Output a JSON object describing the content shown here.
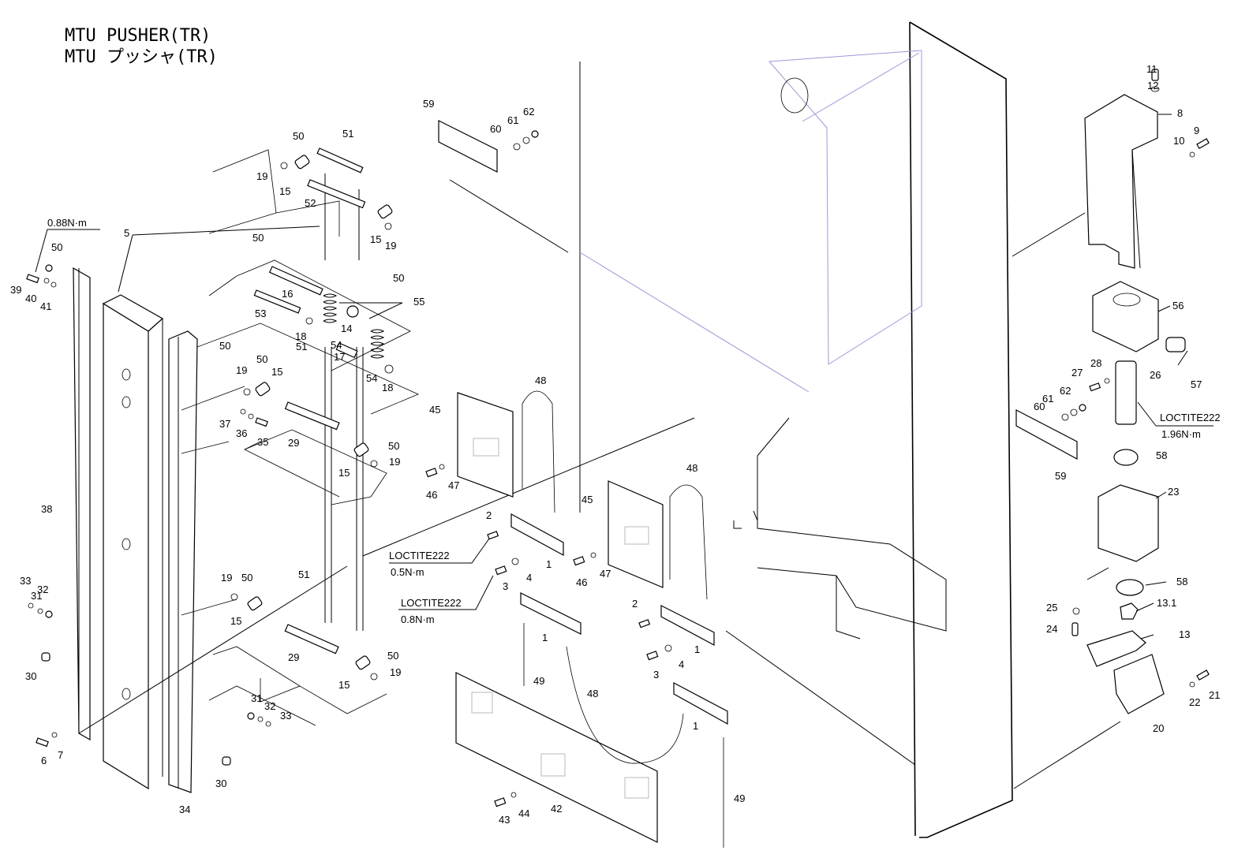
{
  "title": {
    "en": "MTU PUSHER(TR)",
    "jp": "MTU プッシャ(TR)"
  },
  "callouts": [
    "1",
    "1",
    "1",
    "1",
    "2",
    "2",
    "3",
    "3",
    "4",
    "4",
    "5",
    "6",
    "7",
    "8",
    "9",
    "10",
    "11",
    "12",
    "13",
    "13.1",
    "14",
    "15",
    "15",
    "15",
    "15",
    "15",
    "15",
    "16",
    "17",
    "18",
    "18",
    "19",
    "19",
    "19",
    "19",
    "19",
    "19",
    "20",
    "21",
    "22",
    "23",
    "24",
    "25",
    "26",
    "27",
    "28",
    "29",
    "29",
    "30",
    "30",
    "31",
    "31",
    "32",
    "32",
    "33",
    "33",
    "34",
    "35",
    "36",
    "37",
    "38",
    "39",
    "40",
    "41",
    "42",
    "43",
    "44",
    "45",
    "45",
    "46",
    "46",
    "47",
    "47",
    "48",
    "48",
    "48",
    "49",
    "49",
    "50",
    "50",
    "50",
    "50",
    "50",
    "50",
    "50",
    "50",
    "50",
    "51",
    "51",
    "51",
    "52",
    "53",
    "54",
    "54",
    "55",
    "56",
    "57",
    "58",
    "58",
    "59",
    "59",
    "60",
    "60",
    "61",
    "61",
    "62",
    "62"
  ],
  "notes": {
    "torque_088": "0.88N·m",
    "loctite_a": "LOCTITE222",
    "torque_05": "0.5N·m",
    "loctite_b": "LOCTITE222",
    "torque_08": "0.8N·m",
    "loctite_c": "LOCTITE222",
    "torque_196": "1.96N·m"
  },
  "colors": {
    "line": "#000000",
    "hidden_line": "#9a9ad8",
    "label_patch": "#b8b8b8",
    "background": "#ffffff"
  }
}
